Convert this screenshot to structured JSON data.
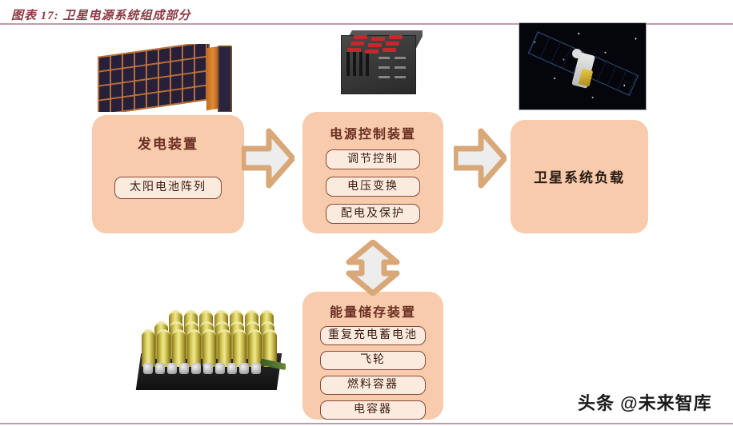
{
  "header": {
    "figure_title": "图表 17: 卫星电源系统组成部分",
    "rule_color": "#c49aa2",
    "title_color": "#8e3a45"
  },
  "theme": {
    "box_fill": "#f7cbab",
    "pill_fill": "#fbeade",
    "pill_border": "#8a4a3a",
    "title_text": "#6b2f24",
    "arrow_fill": "#ededed",
    "arrow_border": "#d9a878"
  },
  "diagram": {
    "nodes": [
      {
        "id": "generation",
        "title": "发电装置",
        "items": [
          "太阳电池阵列"
        ]
      },
      {
        "id": "control",
        "title": "电源控制装置",
        "items": [
          "调节控制",
          "电压变换",
          "配电及保护"
        ]
      },
      {
        "id": "load",
        "title": "卫星系统负载",
        "items": []
      },
      {
        "id": "storage",
        "title": "能量储存装置",
        "items": [
          "重复充电蓄电池",
          "飞轮",
          "燃料容器",
          "电容器"
        ]
      }
    ],
    "arrows": [
      {
        "id": "gen-to-control",
        "direction": "right"
      },
      {
        "id": "control-to-load",
        "direction": "right"
      },
      {
        "id": "control-storage",
        "direction": "up-down"
      }
    ]
  },
  "photos": [
    {
      "id": "solar-array",
      "caption": "solar-cell-array-photo"
    },
    {
      "id": "control-unit",
      "caption": "power-control-unit-photo"
    },
    {
      "id": "satellite",
      "caption": "satellite-in-orbit-photo"
    },
    {
      "id": "battery-pack",
      "caption": "battery-pack-photo"
    }
  ],
  "watermark": {
    "text": "头条 @未来智库"
  }
}
